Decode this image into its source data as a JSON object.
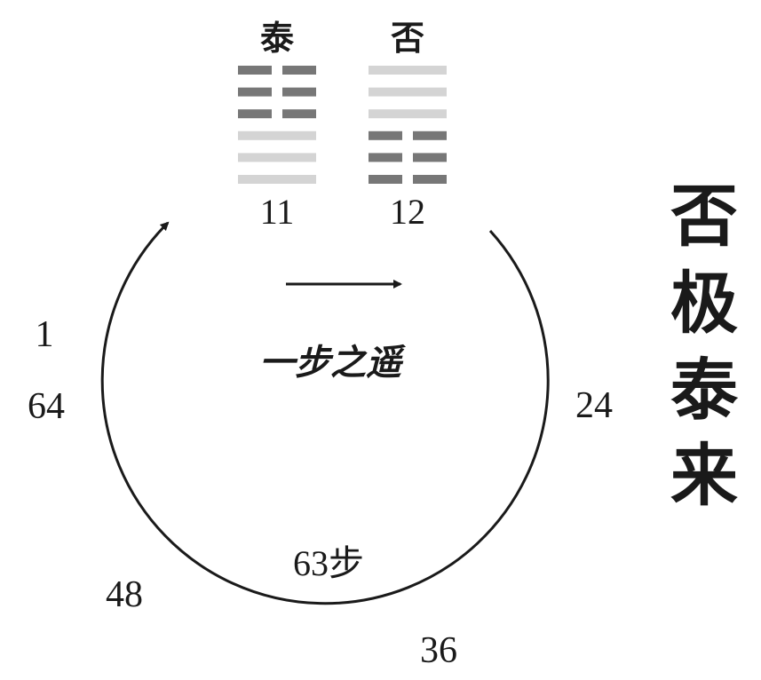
{
  "hexagrams": [
    {
      "name": "泰",
      "number": "11",
      "lines_top_to_bottom": [
        "yin",
        "yin",
        "yin",
        "yang",
        "yang",
        "yang"
      ]
    },
    {
      "name": "否",
      "number": "12",
      "lines_top_to_bottom": [
        "yang",
        "yang",
        "yang",
        "yin",
        "yin",
        "yin"
      ]
    }
  ],
  "colors": {
    "yin_line": "#777777",
    "yang_line": "#d4d4d4",
    "circle": "#1a1a1a",
    "text": "#1a1a1a"
  },
  "title_chars": [
    "否",
    "极",
    "泰",
    "来"
  ],
  "center_caption": "一步之遥",
  "bottom_caption": "63步",
  "cycle_labels": {
    "one": "1",
    "sixty_four": "64",
    "twenty_four": "24",
    "forty_eight": "48",
    "thirty_six": "36"
  }
}
